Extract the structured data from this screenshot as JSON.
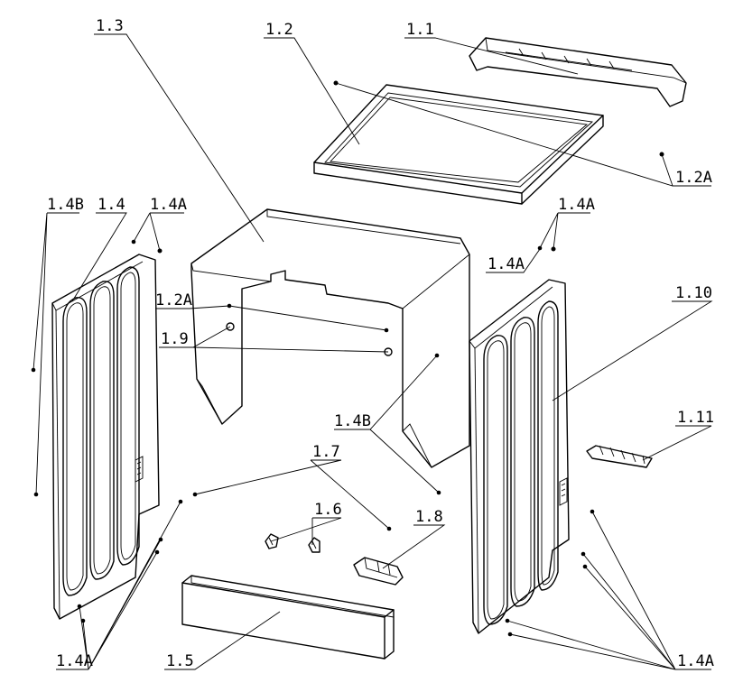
{
  "labels": {
    "l_1_1": "1.1",
    "l_1_2": "1.2",
    "l_1_2A_top": "1.2A",
    "l_1_3": "1.3",
    "l_1_4": "1.4",
    "l_1_4B_left": "1.4B",
    "l_1_4A_upper_left": "1.4A",
    "l_1_4A_upper_right": "1.4A",
    "l_1_4A_mid_right": "1.4A",
    "l_1_2A_mid": "1.2A",
    "l_1_9": "1.9",
    "l_1_10": "1.10",
    "l_1_11": "1.11",
    "l_1_4B_center": "1.4B",
    "l_1_7": "1.7",
    "l_1_6": "1.6",
    "l_1_8": "1.8",
    "l_1_5": "1.5",
    "l_1_4A_bottom_left": "1.4A",
    "l_1_4A_bottom_right": "1.4A"
  }
}
